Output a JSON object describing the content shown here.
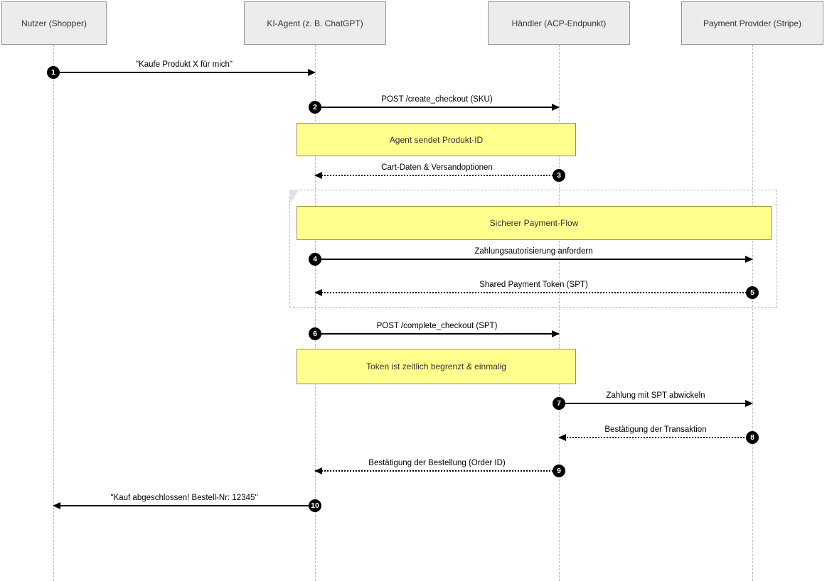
{
  "diagram": {
    "type": "sequence",
    "language": "de",
    "colors": {
      "participant_fill": "#ececec",
      "participant_border": "#949494",
      "note_fill": "#ffff8d",
      "note_border": "#a0913c",
      "lifeline": "#b9b9b9",
      "message_line": "#000000",
      "badge_fill": "#000000",
      "badge_text": "#ffffff"
    }
  },
  "participants": [
    {
      "label": "Nutzer (Shopper)"
    },
    {
      "label": "KI-Agent (z. B. ChatGPT)"
    },
    {
      "label": "Händler (ACP-Endpunkt)"
    },
    {
      "label": "Payment Provider (Stripe)"
    }
  ],
  "messages": [
    {
      "num": "1",
      "label": "\"Kaufe Produkt X für mich\"",
      "from": "Nutzer (Shopper)",
      "to": "KI-Agent (z. B. ChatGPT)",
      "line": "solid"
    },
    {
      "num": "2",
      "label": "POST /create_checkout (SKU)",
      "from": "KI-Agent (z. B. ChatGPT)",
      "to": "Händler (ACP-Endpunkt)",
      "line": "solid"
    },
    {
      "num": "3",
      "label": "Cart-Daten & Versandoptionen",
      "from": "Händler (ACP-Endpunkt)",
      "to": "KI-Agent (z. B. ChatGPT)",
      "line": "dotted"
    },
    {
      "num": "4",
      "label": "Zahlungsautorisierung anfordern",
      "from": "KI-Agent (z. B. ChatGPT)",
      "to": "Payment Provider (Stripe)",
      "line": "solid"
    },
    {
      "num": "5",
      "label": "Shared Payment Token (SPT)",
      "from": "Payment Provider (Stripe)",
      "to": "KI-Agent (z. B. ChatGPT)",
      "line": "dotted"
    },
    {
      "num": "6",
      "label": "POST /complete_checkout (SPT)",
      "from": "KI-Agent (z. B. ChatGPT)",
      "to": "Händler (ACP-Endpunkt)",
      "line": "solid"
    },
    {
      "num": "7",
      "label": "Zahlung mit SPT abwickeln",
      "from": "Händler (ACP-Endpunkt)",
      "to": "Payment Provider (Stripe)",
      "line": "solid"
    },
    {
      "num": "8",
      "label": "Bestätigung der Transaktion",
      "from": "Payment Provider (Stripe)",
      "to": "Händler (ACP-Endpunkt)",
      "line": "dotted"
    },
    {
      "num": "9",
      "label": "Bestätigung der Bestellung (Order ID)",
      "from": "Händler (ACP-Endpunkt)",
      "to": "KI-Agent (z. B. ChatGPT)",
      "line": "dotted"
    },
    {
      "num": "10",
      "label": "\"Kauf abgeschlossen! Bestell-Nr: 12345\"",
      "from": "KI-Agent (z. B. ChatGPT)",
      "to": "Nutzer (Shopper)",
      "line": "solid"
    }
  ],
  "notes": [
    {
      "text": "Agent sendet Produkt-ID"
    },
    {
      "text": "Sicherer Payment-Flow"
    },
    {
      "text": "Token ist zeitlich begrenzt & einmalig"
    }
  ]
}
